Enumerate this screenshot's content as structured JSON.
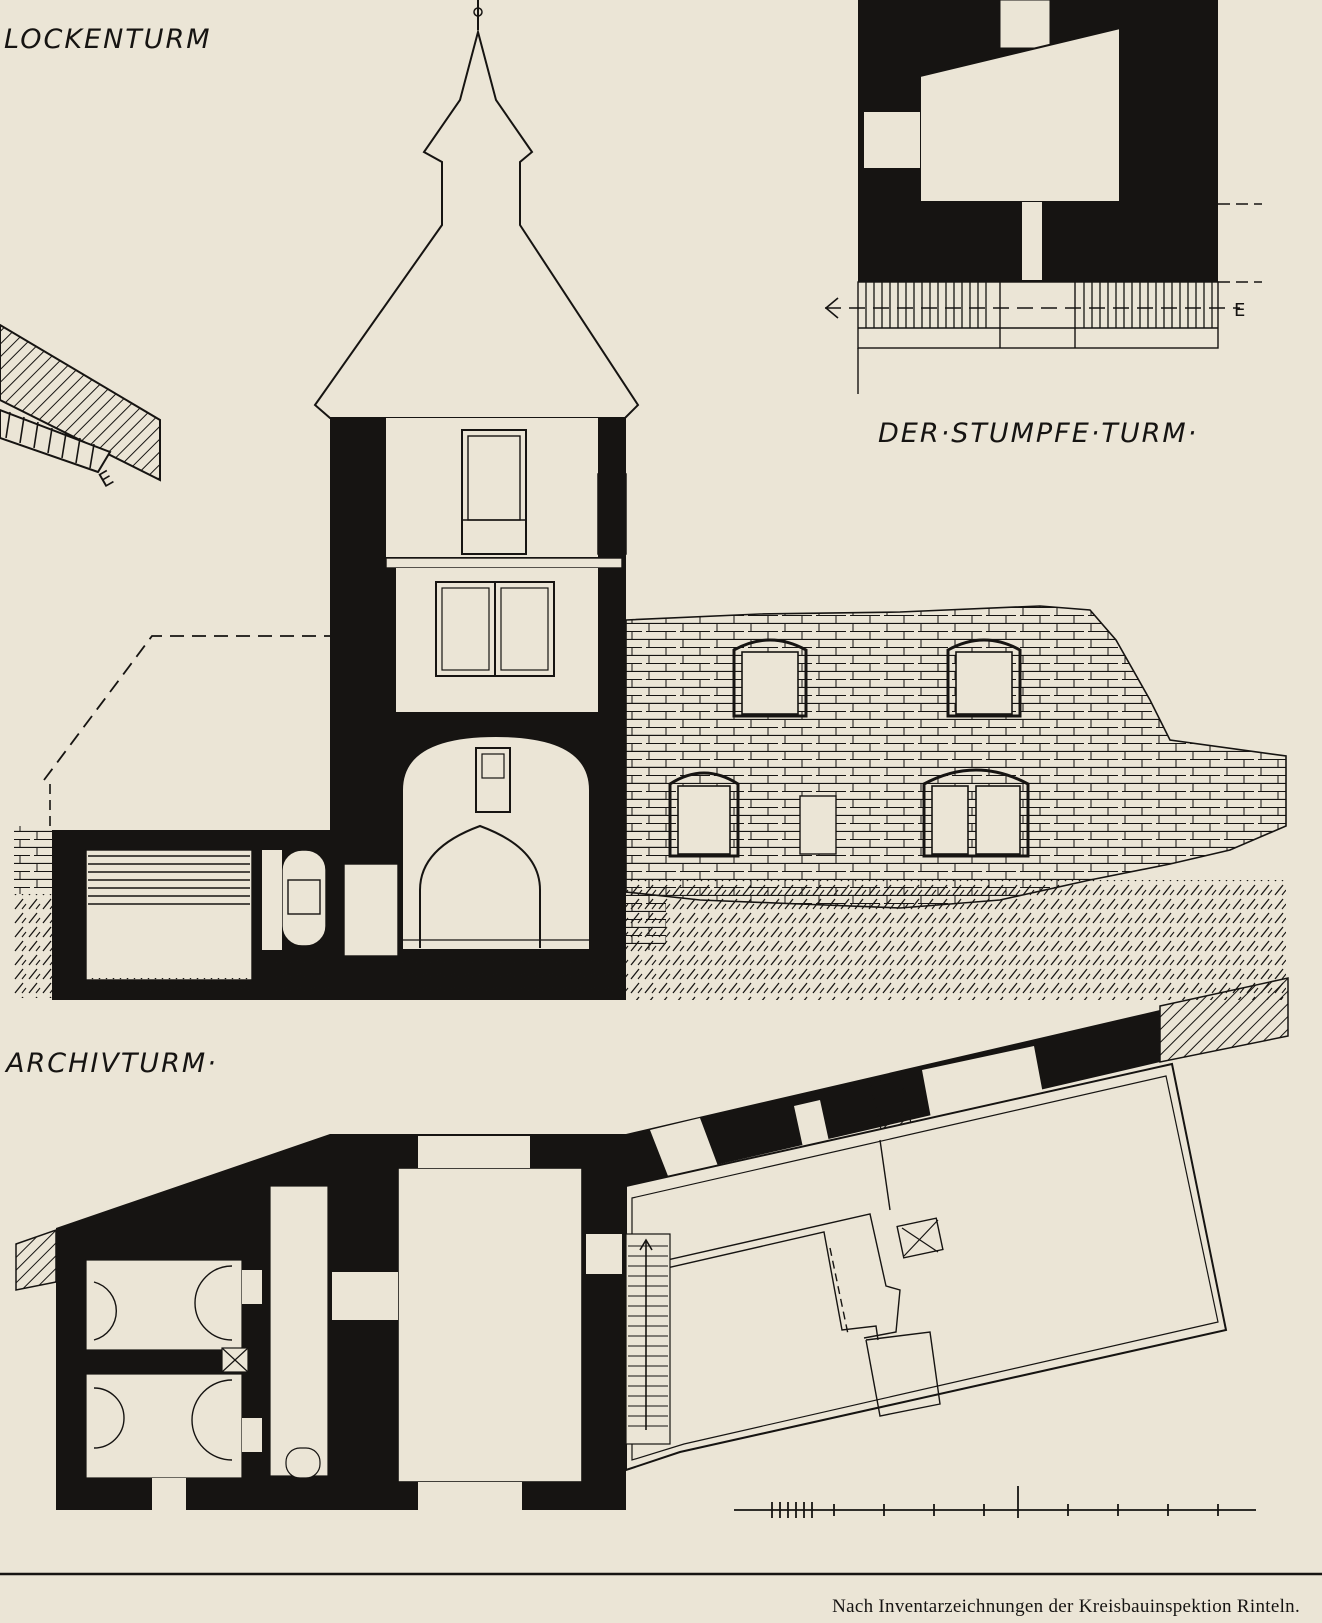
{
  "labels": {
    "glockenturm": "LOCKENTURM",
    "stumpfe_turm": "DER·STUMPFE·TURM·",
    "archivturm": "ARCHIVTURM·"
  },
  "caption": "Nach Inventarzeichnungen der Kreisbauinspektion Rinteln.",
  "colors": {
    "paper": "#ebe5d6",
    "ink": "#161412"
  }
}
